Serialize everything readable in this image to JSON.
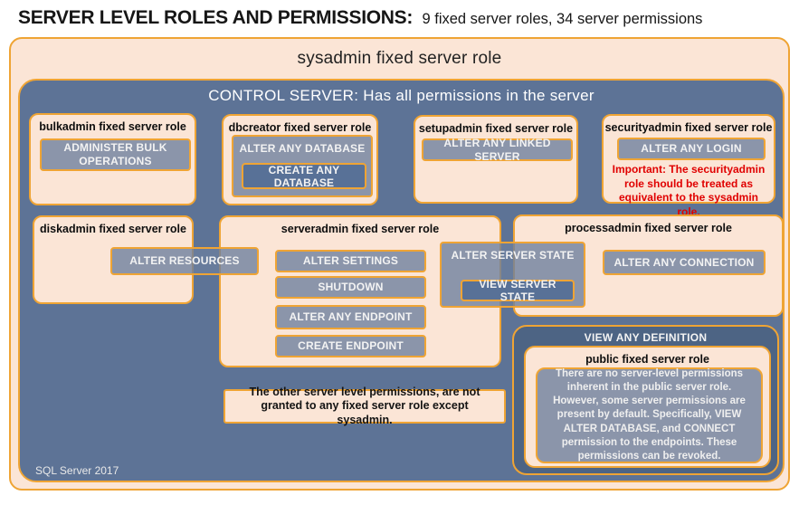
{
  "page": {
    "title_main": "SERVER LEVEL ROLES AND PERMISSIONS:",
    "title_sub": "9 fixed server roles, 34 server permissions",
    "footer": "SQL Server 2017"
  },
  "sysadmin": {
    "title": "sysadmin fixed server role"
  },
  "control_server": {
    "title": "CONTROL SERVER: Has all permissions in the server"
  },
  "roles": {
    "bulkadmin": {
      "title": "bulkadmin fixed server role",
      "permissions": [
        "ADMINISTER BULK OPERATIONS"
      ]
    },
    "dbcreator": {
      "title": "dbcreator fixed server role",
      "parent_permission": "ALTER ANY DATABASE",
      "implied_permission": "CREATE ANY DATABASE"
    },
    "setupadmin": {
      "title": "setupadmin fixed server role",
      "permissions": [
        "ALTER ANY LINKED SERVER"
      ]
    },
    "securityadmin": {
      "title": "securityadmin fixed server role",
      "permissions": [
        "ALTER ANY LOGIN"
      ],
      "warning": "Important: The securityadmin role should be treated as equivalent to the sysadmin role."
    },
    "diskadmin": {
      "title": "diskadmin fixed server role",
      "permissions": [
        "ALTER RESOURCES"
      ]
    },
    "serveradmin": {
      "title": "serveradmin fixed server role",
      "permissions": [
        "ALTER SETTINGS",
        "SHUTDOWN",
        "ALTER ANY ENDPOINT",
        "CREATE ENDPOINT"
      ],
      "parent_permission": "ALTER SERVER STATE",
      "implied_permission": "VIEW SERVER STATE"
    },
    "processadmin": {
      "title": "processadmin fixed server role",
      "permissions": [
        "ALTER ANY CONNECTION"
      ]
    },
    "public": {
      "banner_permission": "VIEW ANY DEFINITION",
      "title": "public fixed server role",
      "description": "There are no server-level permissions inherent in the public server role. However, some server permissions are present by default. Specifically, VIEW ALTER DATABASE, and CONNECT permission to the endpoints. These permissions can be revoked."
    }
  },
  "footnote": {
    "text": "The other server level permissions, are not granted to any fixed server role except sysadmin."
  },
  "colors": {
    "gold_border": "#EFA434",
    "peach_fill": "#FBE5D6",
    "control_blue": "#5D7396",
    "permission_gray_blue": "#8C96AA",
    "nested_permission_blue": "#587197",
    "view_any_definition_panel": "#4D6484",
    "warning_red": "#E00000"
  }
}
